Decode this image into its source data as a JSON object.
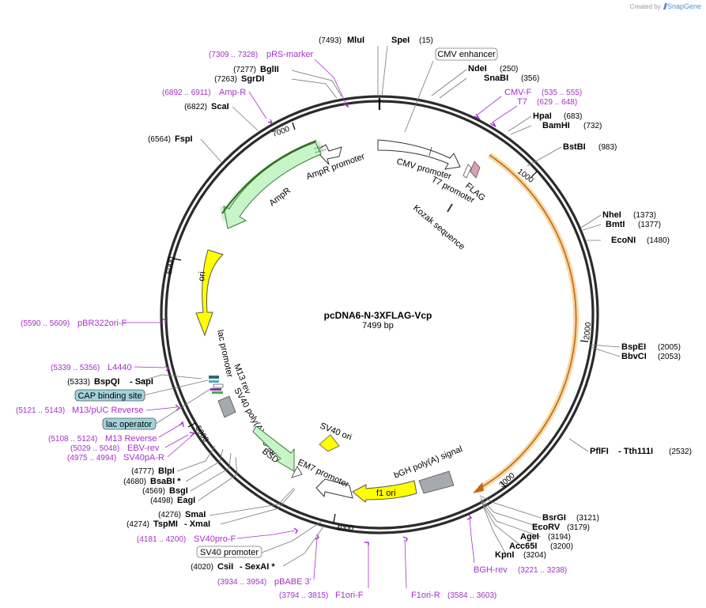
{
  "credit": {
    "prefix": "Created by",
    "brand": "SnapGene"
  },
  "plasmid": {
    "name": "pcDNA6-N-3XFLAG-Vcp",
    "size_label": "7499 bp"
  },
  "ticks": [
    "1000",
    "2000",
    "3000",
    "4000",
    "5000",
    "6000",
    "7000"
  ],
  "enzymes": {
    "MluI": {
      "name": "MluI",
      "pos": "(7493)"
    },
    "SpeI": {
      "name": "SpeI",
      "pos": "(15)"
    },
    "BglII": {
      "name": "BglII",
      "pos": "(7277)"
    },
    "SgrDI": {
      "name": "SgrDI",
      "pos": "(7263)"
    },
    "ScaI": {
      "name": "ScaI",
      "pos": "(6822)"
    },
    "FspI": {
      "name": "FspI",
      "pos": "(6564)"
    },
    "NdeI": {
      "name": "NdeI",
      "pos": "(250)"
    },
    "SnaBI": {
      "name": "SnaBI",
      "pos": "(356)"
    },
    "HpaI": {
      "name": "HpaI",
      "pos": "(683)"
    },
    "BamHI": {
      "name": "BamHI",
      "pos": "(732)"
    },
    "BstBI": {
      "name": "BstBI",
      "pos": "(983)"
    },
    "NheI": {
      "name": "NheI",
      "pos": "(1373)"
    },
    "BmtI": {
      "name": "BmtI",
      "pos": "(1377)"
    },
    "EcoNI": {
      "name": "EcoNI",
      "pos": "(1480)"
    },
    "BspEI": {
      "name": "BspEI",
      "pos": "(2005)"
    },
    "BbvCI": {
      "name": "BbvCI",
      "pos": "(2053)"
    },
    "PflFI_Tth111I": {
      "name": "PflFI",
      "name2": "- Tth111I",
      "pos": "(2532)"
    },
    "BsrGI": {
      "name": "BsrGI",
      "pos": "(3121)"
    },
    "EcoRV": {
      "name": "EcoRV",
      "pos": "(3179)"
    },
    "AgeI": {
      "name": "AgeI",
      "pos": "(3194)"
    },
    "Acc65I": {
      "name": "Acc65I",
      "pos": "(3200)"
    },
    "KpnI": {
      "name": "KpnI",
      "pos": "(3204)"
    },
    "BspQI_SapI": {
      "name": "BspQI",
      "name2": "- SapI",
      "pos": "(5333)"
    },
    "BlpI": {
      "name": "BlpI",
      "pos": "(4777)"
    },
    "BsaBI": {
      "name": "BsaBI *",
      "pos": "(4680)"
    },
    "BsgI": {
      "name": "BsgI",
      "pos": "(4569)"
    },
    "EagI": {
      "name": "EagI",
      "pos": "(4498)"
    },
    "SmaI": {
      "name": "SmaI",
      "pos": "(4276)"
    },
    "TspMI_XmaI": {
      "name": "TspMI",
      "name2": "- XmaI",
      "pos": "(4274)"
    },
    "CsiI_SexAI": {
      "name": "CsiI",
      "name2": "- SexAI *",
      "pos": "(4020)"
    }
  },
  "primers": {
    "pRS_marker": {
      "name": "pRS-marker",
      "pos": "(7309 .. 7328)"
    },
    "Amp_R": {
      "name": "Amp-R",
      "pos": "(6892 .. 6911)"
    },
    "CMV_F": {
      "name": "CMV-F",
      "pos": "(535 .. 555)"
    },
    "T7": {
      "name": "T7",
      "pos": "(629 .. 648)"
    },
    "pBR322ori_F": {
      "name": "pBR322ori-F",
      "pos": "(5590 .. 5609)"
    },
    "L4440": {
      "name": "L4440",
      "pos": "(5339 .. 5356)"
    },
    "M13_pUC_Reverse": {
      "name": "M13/pUC Reverse",
      "pos": "(5121 .. 5143)"
    },
    "M13_Reverse": {
      "name": "M13 Reverse",
      "pos": "(5108 .. 5124)"
    },
    "EBV_rev": {
      "name": "EBV-rev",
      "pos": "(5029 .. 5048)"
    },
    "SV40pA_R": {
      "name": "SV40pA-R",
      "pos": "(4975 .. 4994)"
    },
    "SV40pro_F": {
      "name": "SV40pro-F",
      "pos": "(4181 .. 4200)"
    },
    "pBABE_3": {
      "name": "pBABE 3'",
      "pos": "(3934 .. 3954)"
    },
    "F1ori_F": {
      "name": "F1ori-F",
      "pos": "(3794 .. 3815)"
    },
    "F1ori_R": {
      "name": "F1ori-R",
      "pos": "(3584 .. 3603)"
    },
    "BGH_rev": {
      "name": "BGH-rev",
      "pos": "(3221 .. 3238)"
    }
  },
  "boxed_features": {
    "cmv_enhancer": "CMV enhancer",
    "cap_binding_site": "CAP binding site",
    "lac_operator": "lac operator",
    "sv40_promoter": "SV40 promoter"
  },
  "features": {
    "cmv_promoter": "CMV promoter",
    "t7_promoter": "T7 promoter",
    "flag": "FLAG",
    "kozak": "Kozak sequence",
    "ampr_promoter": "AmpR promoter",
    "ampr": "AmpR",
    "ori": "ori",
    "lac_promoter": "lac promoter",
    "m13_rev": "M13 rev",
    "sv40_polya": "SV40 poly(A) signal",
    "sv40_ori": "SV40 ori",
    "bsd": "BSD",
    "em7_promoter": "EM7 promoter",
    "f1_ori": "f1 ori",
    "bgh_polya": "bGH poly(A) signal"
  },
  "colors": {
    "backbone": "#2b2b2b",
    "primer": "#a431c9",
    "ampr_fill": "#c8f5c8",
    "ori_fill": "#ffff00",
    "insert_orange": "#f2b75a",
    "gray_feature": "#a6a9ad",
    "boxed_blue": "#9fd3dc"
  }
}
